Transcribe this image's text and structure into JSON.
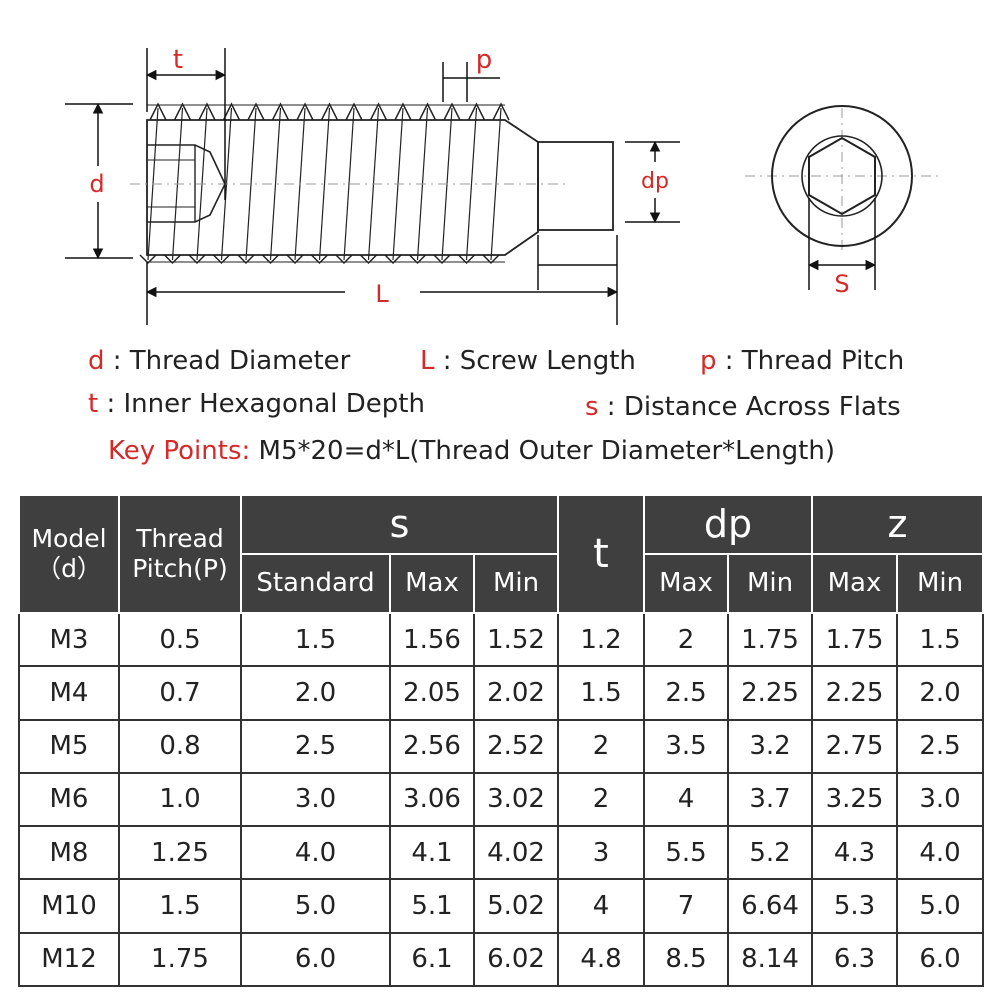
{
  "diagram_labels": {
    "t": "t",
    "p": "p",
    "d": "d",
    "dp": "dp",
    "L": "L",
    "s": "S"
  },
  "legend": [
    {
      "key": "d",
      "text": " : Thread Diameter"
    },
    {
      "key": "L",
      "text": " : Screw Length"
    },
    {
      "key": "p",
      "text": " : Thread Pitch"
    },
    {
      "key": "t",
      "text": " : Inner Hexagonal Depth"
    },
    {
      "key": "s",
      "text": " : Distance Across Flats"
    }
  ],
  "key_points": {
    "label": "Key Points: ",
    "text": "M5*20=d*L(Thread Outer Diameter*Length)"
  },
  "table": {
    "header": {
      "model_line1": "Model",
      "model_line2": "（d）",
      "pitch_line1": "Thread",
      "pitch_line2": "Pitch(P)",
      "s": "s",
      "t": "t",
      "dp": "dp",
      "z": "z",
      "standard": "Standard",
      "s_max": "Max",
      "s_min": "Min",
      "dp_max": "Max",
      "dp_min": "Min",
      "z_max": "Max",
      "z_min": "Min"
    },
    "rows": [
      [
        "M3",
        "0.5",
        "1.5",
        "1.56",
        "1.52",
        "1.2",
        "2",
        "1.75",
        "1.75",
        "1.5"
      ],
      [
        "M4",
        "0.7",
        "2.0",
        "2.05",
        "2.02",
        "1.5",
        "2.5",
        "2.25",
        "2.25",
        "2.0"
      ],
      [
        "M5",
        "0.8",
        "2.5",
        "2.56",
        "2.52",
        "2",
        "3.5",
        "3.2",
        "2.75",
        "2.5"
      ],
      [
        "M6",
        "1.0",
        "3.0",
        "3.06",
        "3.02",
        "2",
        "4",
        "3.7",
        "3.25",
        "3.0"
      ],
      [
        "M8",
        "1.25",
        "4.0",
        "4.1",
        "4.02",
        "3",
        "5.5",
        "5.2",
        "4.3",
        "4.0"
      ],
      [
        "M10",
        "1.5",
        "5.0",
        "5.1",
        "5.02",
        "4",
        "7",
        "6.64",
        "5.3",
        "5.0"
      ],
      [
        "M12",
        "1.75",
        "6.0",
        "6.1",
        "6.02",
        "4.8",
        "8.5",
        "8.14",
        "6.3",
        "6.0"
      ]
    ]
  },
  "colors": {
    "accent": "#d42a2a",
    "header_bg": "#3f3f3f",
    "line": "#333333"
  }
}
